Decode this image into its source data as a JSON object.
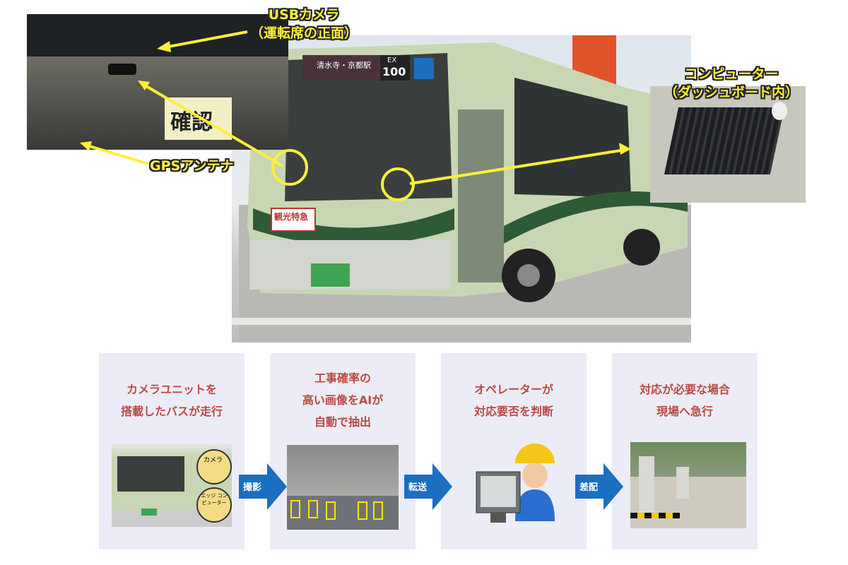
{
  "labels": {
    "usb_camera": "USBカメラ",
    "usb_camera_sub": "（運転席の正面）",
    "gps": "GPSアンテナ",
    "computer": "コンピューター",
    "computer_sub": "（ダッシュボード内）"
  },
  "bus_sign": {
    "route": "清水寺・京都駅",
    "number": "100",
    "ex": "EX",
    "tag": "観光特急"
  },
  "dash_sign": "確認",
  "steps": [
    {
      "line1": "カメラユニットを",
      "line2": "搭載したバスが走行",
      "line3": "",
      "badge1": "カメラ",
      "badge2": "エッジ コンピューター"
    },
    {
      "line1": "工事確率の",
      "line2": "高い画像をAIが",
      "line3": "自動で抽出"
    },
    {
      "line1": "オペレーターが",
      "line2": "対応要否を判断",
      "line3": ""
    },
    {
      "line1": "対応が必要な場合",
      "line2": "現場へ急行",
      "line3": ""
    }
  ],
  "arrows": [
    "撮影",
    "転送",
    "差配"
  ],
  "colors": {
    "label_yellow": "#ffef3a",
    "step_text": "#b94a45",
    "panel_bg": "#ececf6",
    "arrow_blue": "#1a6fc0",
    "bus_green": "#c9d6b3"
  }
}
